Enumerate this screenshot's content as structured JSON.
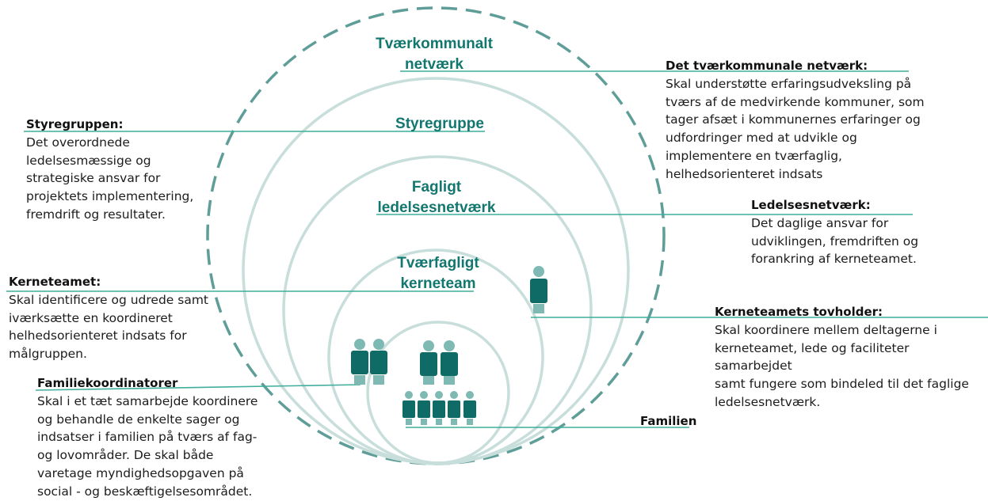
{
  "colors": {
    "teal_dark": "#0f6b66",
    "teal_text": "#12776f",
    "teal_light": "#7fb9b3",
    "ring": "#c7dedb",
    "dash": "#5f9d98",
    "line": "#3fae9c"
  },
  "circles": [
    {
      "id": "network",
      "label": "Tværkommunalt\nnetværk",
      "style": "dashed"
    },
    {
      "id": "steering",
      "label": "Styregruppe",
      "style": "solid"
    },
    {
      "id": "management",
      "label": "Fagligt\nledelsesnetværk",
      "style": "solid"
    },
    {
      "id": "core",
      "label": "Tværfagligt\nkerneteam",
      "style": "solid"
    },
    {
      "id": "family",
      "label": "",
      "style": "solid"
    }
  ],
  "annotations": {
    "styregruppen": {
      "title": "Styregruppen:",
      "text": "Det overordnede\nledelsesmæssige og\nstrategiske ansvar for\nprojektets implementering,\nfremdrift og resultater."
    },
    "kerneteamet": {
      "title": "Kerneteamet:",
      "text": "Skal identificere og udrede samt\niværksætte en koordineret\nhelhedsorienteret indsats for\nmålgruppen."
    },
    "familiekoordinatorer": {
      "title": "Familiekoordinatorer",
      "text": "Skal i et tæt samarbejde koordinere\nog behandle de enkelte sager og\nindsatser i familien på tværs af fag-\nog lovområder. De skal både\nvaretage myndighedsopgaven på\nsocial - og beskæftigelsesområdet."
    },
    "tvaerkommunale": {
      "title": "Det tværkommunale netværk:",
      "text": "Skal understøtte erfaringsudveksling på\ntværs af de medvirkende kommuner, som\ntager afsæt i kommunernes erfaringer og\nudfordringer med at udvikle og\nimplementere en tværfaglig,\nhelhedsorienteret indsats"
    },
    "ledelsesnetvaerk": {
      "title": "Ledelsesnetværk:",
      "text": "Det daglige ansvar for\nudviklingen, fremdriften og\nforankring af kerneteamet."
    },
    "tovholder": {
      "title": "Kerneteamets tovholder:",
      "text": "Skal koordinere mellem deltagerne i\nkerneteamet, lede og faciliteter samarbejdet\nsamt fungere som bindeled til det faglige\nledelsesnetværk."
    },
    "familien": {
      "title": "Familien",
      "text": ""
    }
  }
}
